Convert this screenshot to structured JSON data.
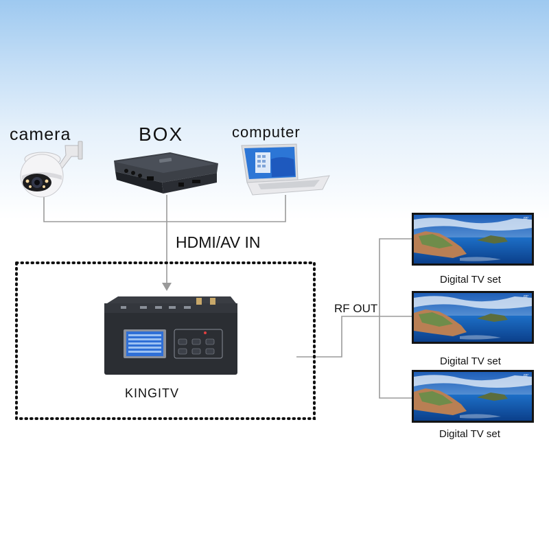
{
  "devices": {
    "camera": "camera",
    "box": "BOX",
    "computer": "computer",
    "encoder": "KINGITV"
  },
  "connections": {
    "input": "HDMI/AV IN",
    "output": "RF OUT"
  },
  "tv_sets": [
    {
      "label": "Digital TV set"
    },
    {
      "label": "Digital TV set"
    },
    {
      "label": "Digital TV set"
    }
  ],
  "colors": {
    "line": "#9a9a9a",
    "device_dark": "#2b2e33",
    "screen_blue": "#2f6fd6",
    "sky_top": "#9ec9f0"
  }
}
